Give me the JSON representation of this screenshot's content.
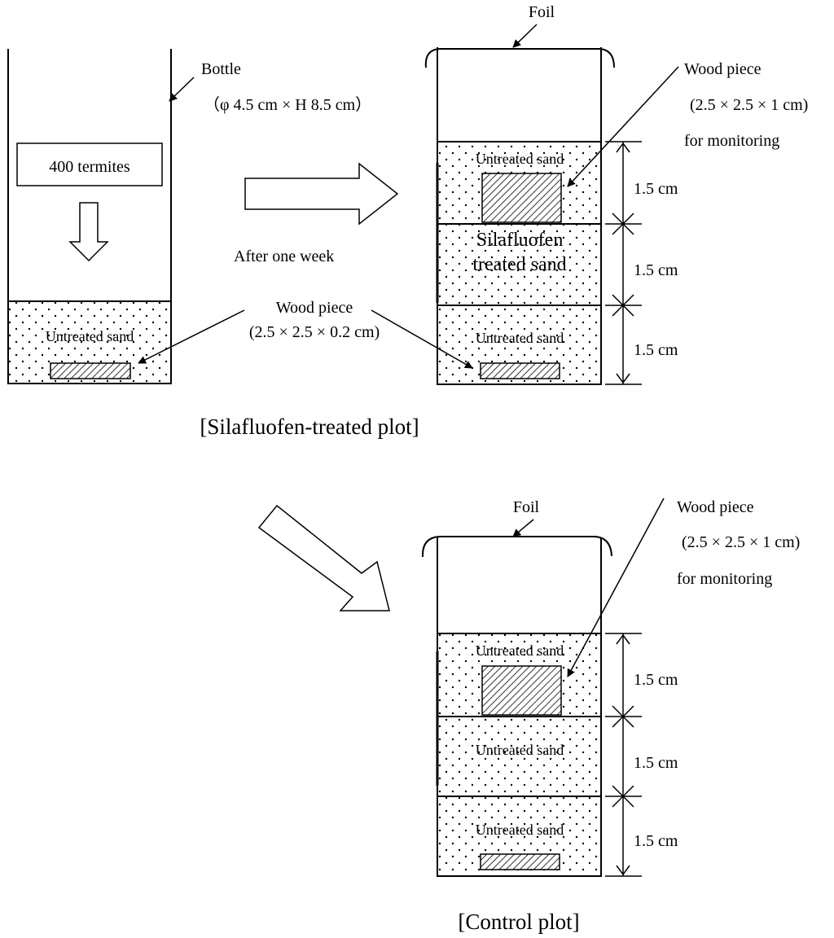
{
  "labels": {
    "bottle": "Bottle",
    "bottle_dims": "（φ 4.5 cm × H 8.5 cm）",
    "termites": "400 termites",
    "after_one_week": "After one week",
    "untreated_sand": "Untreated sand",
    "silafluofen_line1": "Silafluofen",
    "silafluofen_line2": "treated sand",
    "foil": "Foil",
    "wood_piece": "Wood piece",
    "wood_small_dims": "(2.5 × 2.5 × 0.2 cm)",
    "wood_large_dims": "(2.5 × 2.5 × 1 cm)",
    "for_monitoring": "for monitoring",
    "layer_height": "1.5 cm",
    "silafluofen_plot": "[Silafluofen-treated plot]",
    "control_plot": "[Control plot]"
  }
}
